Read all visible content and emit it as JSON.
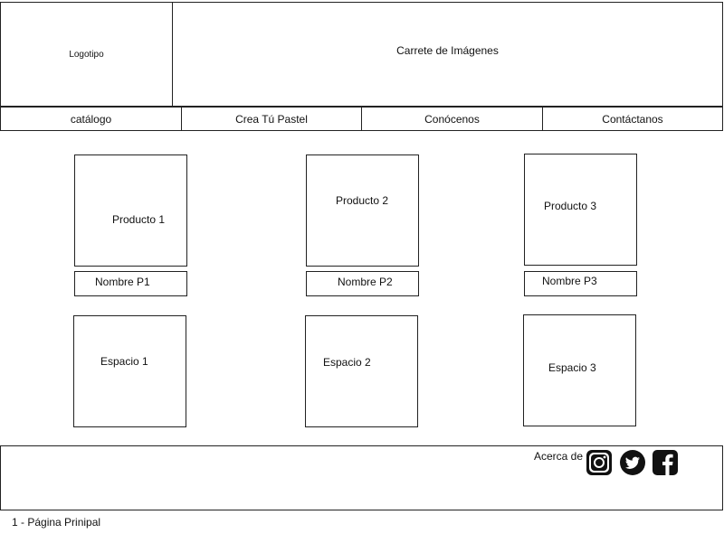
{
  "header": {
    "logo_label": "Logotipo",
    "carousel_label": "Carrete de Imágenes"
  },
  "nav": {
    "items": [
      {
        "label": "catálogo"
      },
      {
        "label": "Crea Tú Pastel"
      },
      {
        "label": "Conócenos"
      },
      {
        "label": "Contáctanos"
      }
    ]
  },
  "products": [
    {
      "label": "Producto 1",
      "name": "Nombre P1"
    },
    {
      "label": "Producto 2",
      "name": "Nombre P2"
    },
    {
      "label": "Producto 3",
      "name": "Nombre P3"
    }
  ],
  "spaces": [
    {
      "label": "Espacio 1"
    },
    {
      "label": "Espacio 2"
    },
    {
      "label": "Espacio 3"
    }
  ],
  "footer": {
    "about_label": "Acerca de",
    "social_icons": [
      "instagram-icon",
      "twitter-icon",
      "facebook-icon"
    ]
  },
  "caption": "1 - Página Prinipal"
}
